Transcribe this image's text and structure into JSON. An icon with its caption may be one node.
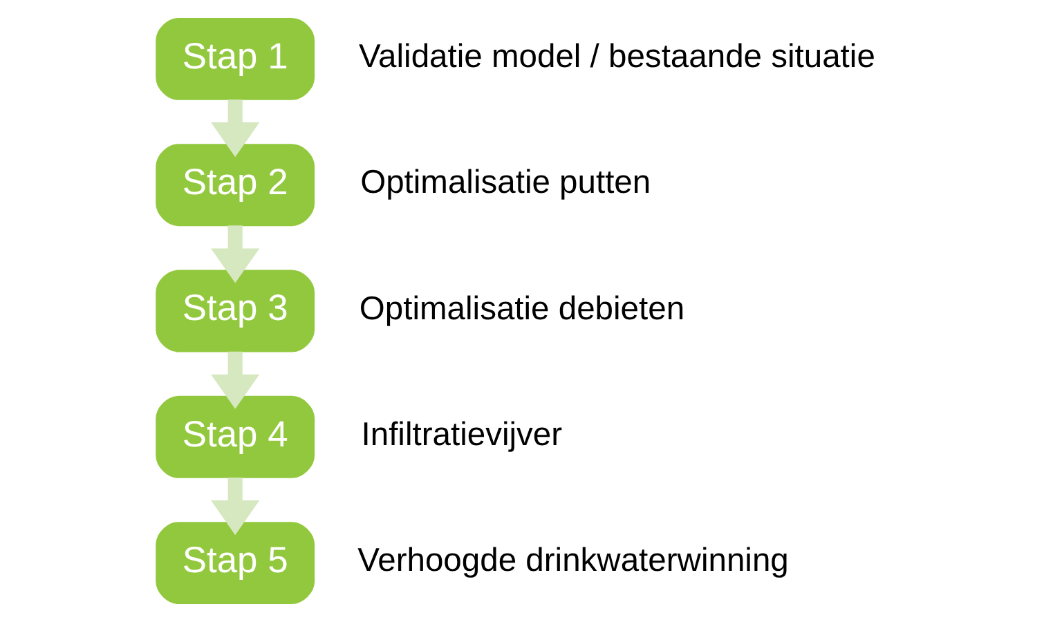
{
  "diagram": {
    "nodes": [
      {
        "text": [
          "Stap 1"
        ],
        "beside": [
          "Validatie model / bestaande situatie"
        ]
      },
      {
        "text": [
          "Stap 2"
        ],
        "beside": [
          "Optimalisatie putten"
        ]
      },
      {
        "text": [
          "Stap 3"
        ],
        "beside": [
          "Optimalisatie debieten"
        ]
      },
      {
        "text": [
          "Stap 4"
        ],
        "beside": [
          "Infiltratievijver"
        ]
      },
      {
        "text": [
          "Stap 5"
        ],
        "beside": [
          "Verhoogde drinkwaterwinning"
        ]
      }
    ],
    "edges": [
      {
        "from": 0,
        "to": 1,
        "arrow": "to"
      },
      {
        "from": 1,
        "to": 2,
        "arrow": "to"
      },
      {
        "from": 2,
        "to": 3,
        "arrow": "to"
      },
      {
        "from": 3,
        "to": 4,
        "arrow": "to"
      }
    ]
  }
}
